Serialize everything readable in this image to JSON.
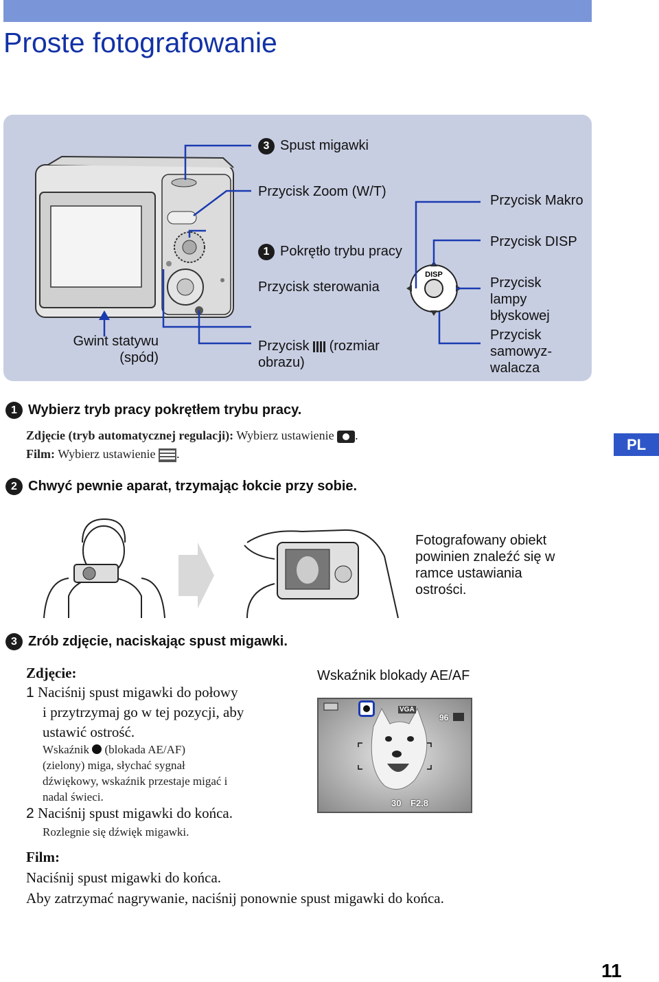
{
  "page": {
    "title": "Proste fotografowanie",
    "page_number": "11",
    "language_badge": "PL"
  },
  "diagram": {
    "shutter_label": "Spust migawki",
    "zoom_label": "Przycisk Zoom (W/T)",
    "mode_dial_label": "Pokrętło trybu pracy",
    "control_label": "Przycisk sterowania",
    "image_size_label_a": "Przycisk",
    "image_size_label_b": "(rozmiar",
    "image_size_label_c": "obrazu)",
    "tripod_label_a": "Gwint statywu",
    "tripod_label_b": "(spód)",
    "macro_label": "Przycisk Makro",
    "disp_label": "Przycisk DISP",
    "flash_label_a": "Przycisk",
    "flash_label_b": "lampy",
    "flash_label_c": "błyskowej",
    "selftimer_label_a": "Przycisk",
    "selftimer_label_b": "samowyz-",
    "selftimer_label_c": "walacza",
    "disp_text": "DISP",
    "badge_1": "1",
    "badge_3": "3"
  },
  "step1": {
    "num": "1",
    "heading": "Wybierz tryb pracy pokrętłem trybu pracy.",
    "line1_bold": "Zdjęcie (tryb automatycznej regulacji):",
    "line1_text": "Wybierz ustawienie",
    "line2_bold": "Film:",
    "line2_text": "Wybierz ustawienie"
  },
  "step2": {
    "num": "2",
    "heading": "Chwyć pewnie aparat, trzymając łokcie przy sobie.",
    "note_a": "Fotografowany obiekt",
    "note_b": "powinien znaleźć się w",
    "note_c": "ramce ustawiania",
    "note_d": "ostrości."
  },
  "step3": {
    "num": "3",
    "heading": "Zrób zdjęcie, naciskając spust migawki.",
    "photo_label": "Zdjęcie:",
    "item1_num": "1",
    "item1_a": "Naciśnij spust migawki do połowy",
    "item1_b": "i przytrzymaj go w tej pozycji, aby",
    "item1_c": "ustawić ostrość.",
    "item1_note_a1": "Wskaźnik",
    "item1_note_a2": "(blokada AE/AF)",
    "item1_note_b": "(zielony) miga, słychać sygnał",
    "item1_note_c": "dźwiękowy, wskaźnik przestaje migać i",
    "item1_note_d": "nadal świeci.",
    "item2_num": "2",
    "item2_text": "Naciśnij spust migawki do końca.",
    "item2_note": "Rozlegnie się dźwięk migawki.",
    "movie_label": "Film:",
    "movie_line1": "Naciśnij spust migawki do końca.",
    "movie_line2": "Aby zatrzymać nagrywanie, naciśnij ponownie spust migawki do końca.",
    "ae_af_label": "Wskaźnik blokady AE/AF"
  },
  "lcd": {
    "size_tag": "VGA",
    "shots": "96",
    "shutter": "30",
    "aperture": "F2.8"
  }
}
